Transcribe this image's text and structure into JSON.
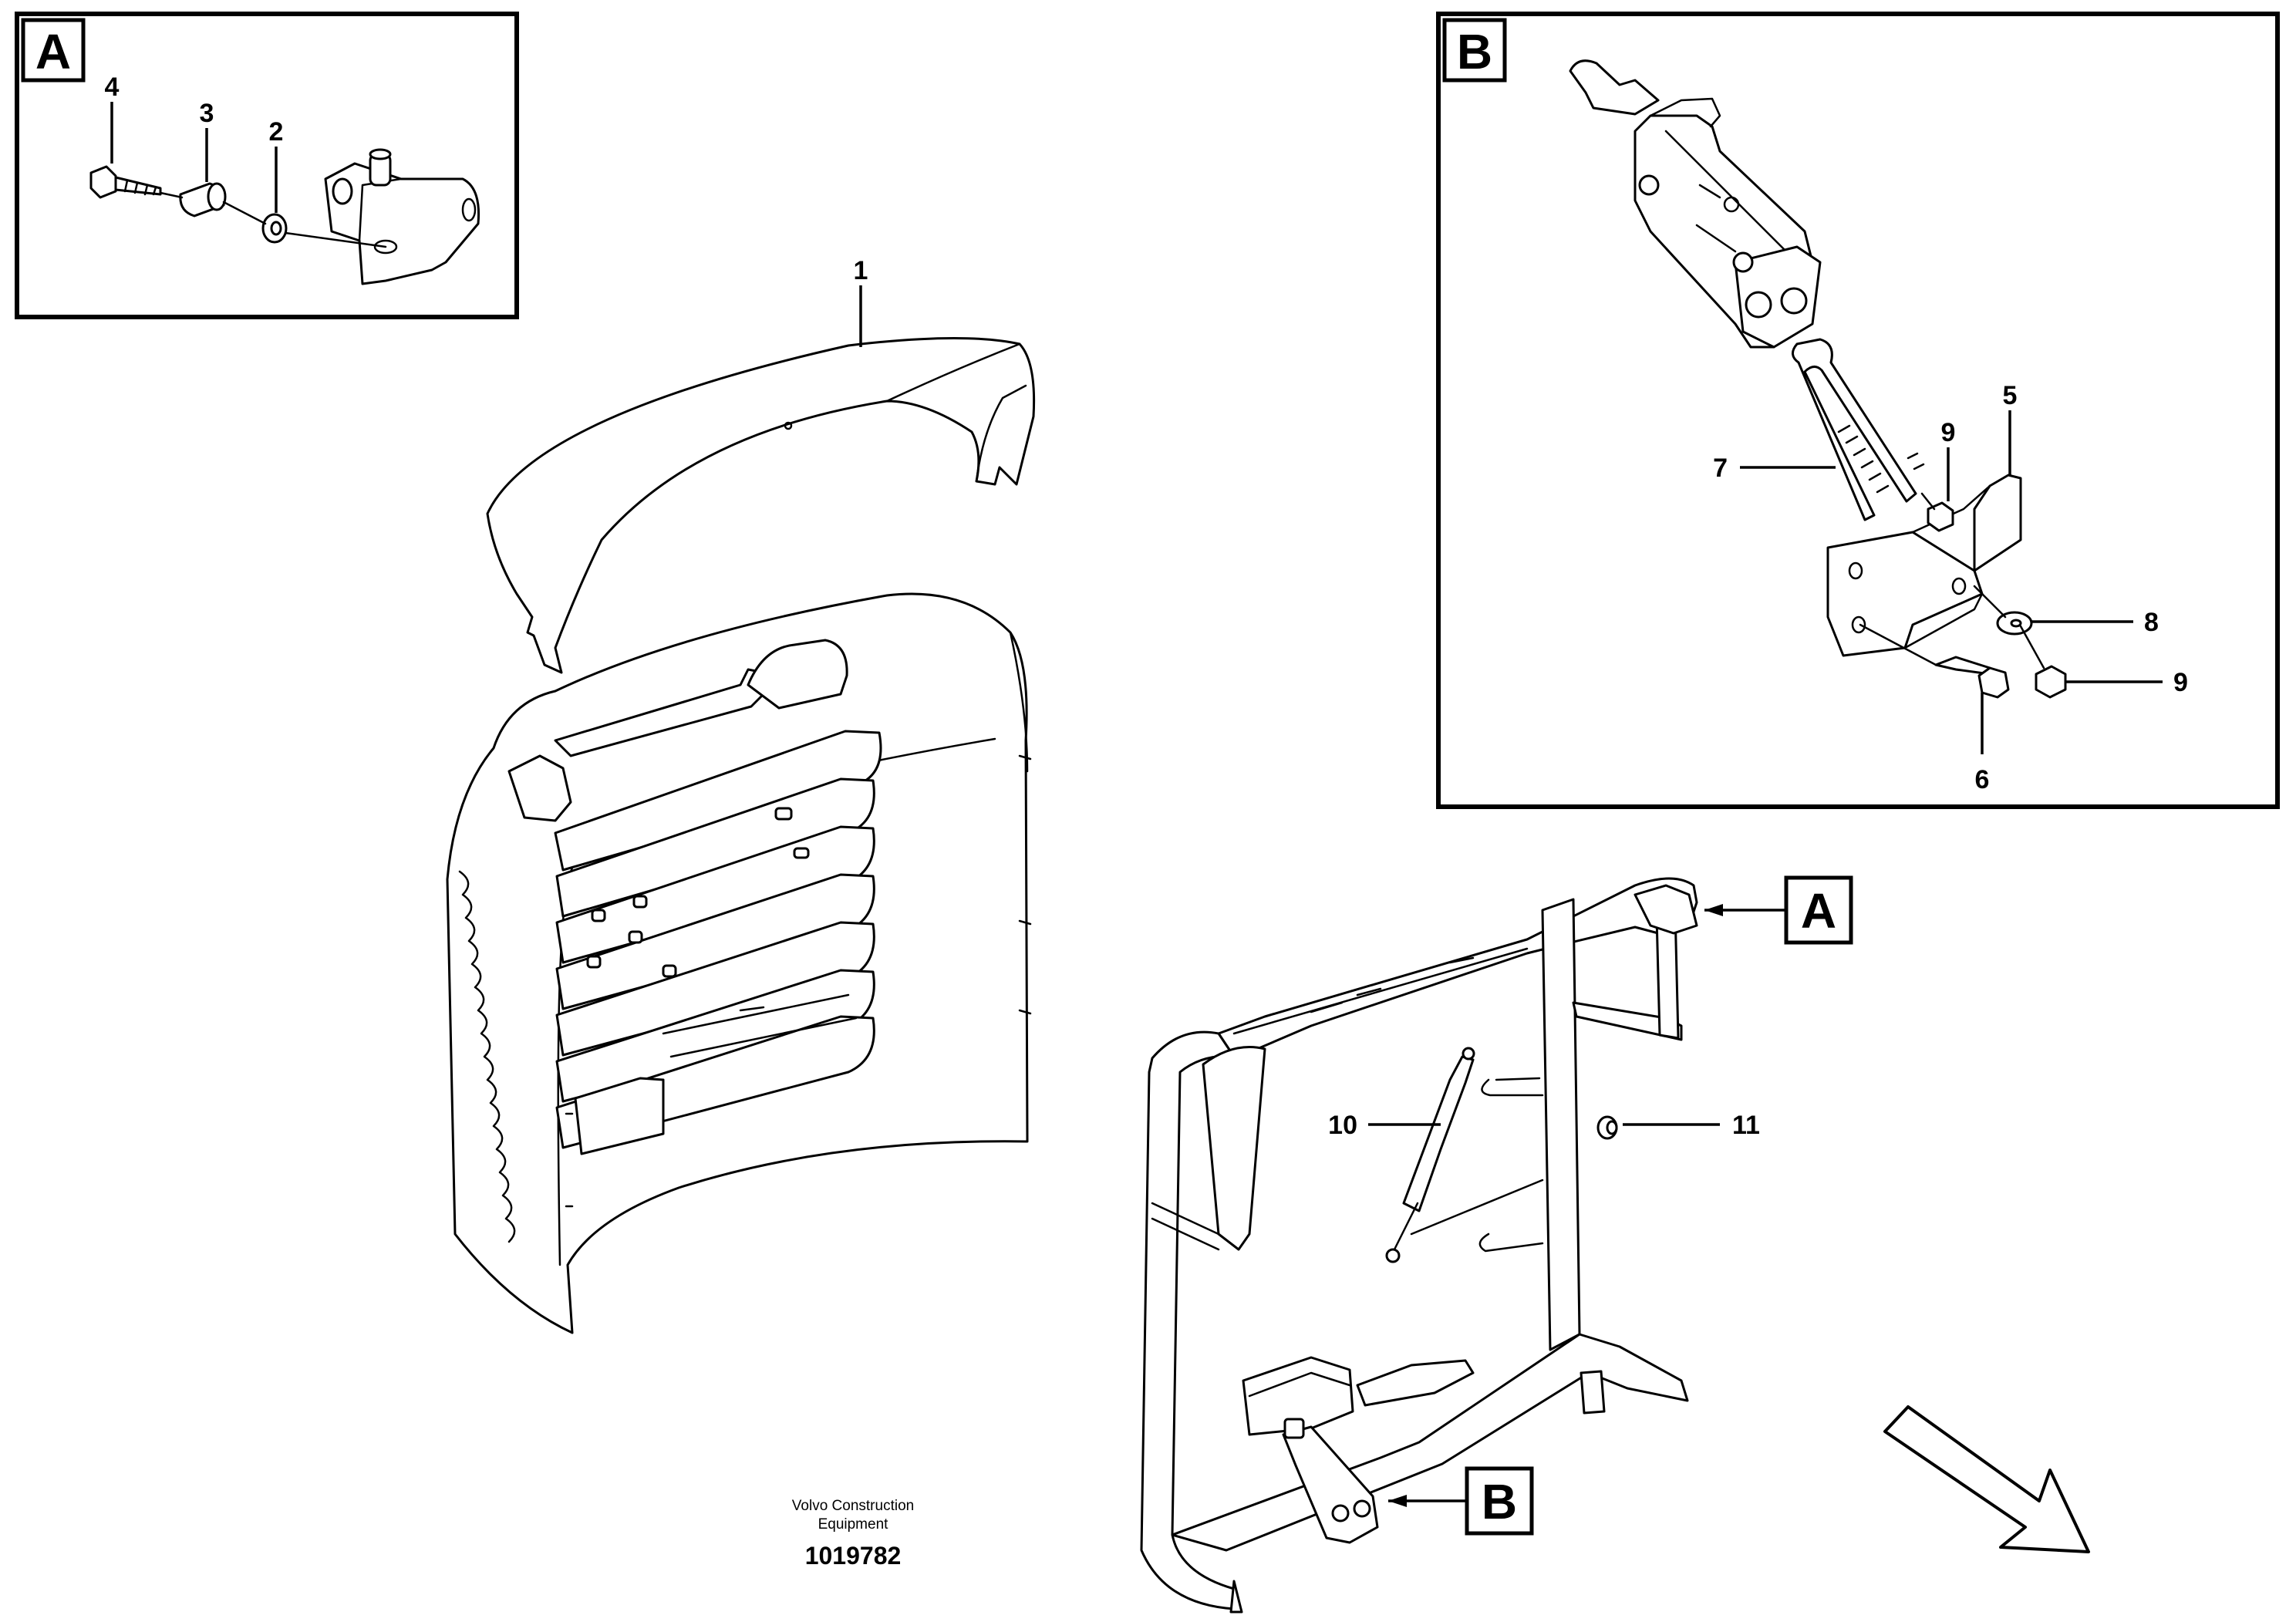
{
  "detail_a": {
    "label": "A",
    "callouts": [
      "4",
      "3",
      "2"
    ]
  },
  "detail_b": {
    "label": "B",
    "callouts": [
      "9",
      "5",
      "7",
      "8",
      "9",
      "6"
    ]
  },
  "main_callouts": {
    "hood": "1",
    "gas_spring": "10",
    "grommet": "11"
  },
  "ref_tags": {
    "a": "A",
    "b": "B"
  },
  "footer": {
    "credit_line1": "Volvo Construction",
    "credit_line2": "Equipment",
    "doc_number": "1019782"
  },
  "icons": [
    "direction-arrow-icon"
  ]
}
